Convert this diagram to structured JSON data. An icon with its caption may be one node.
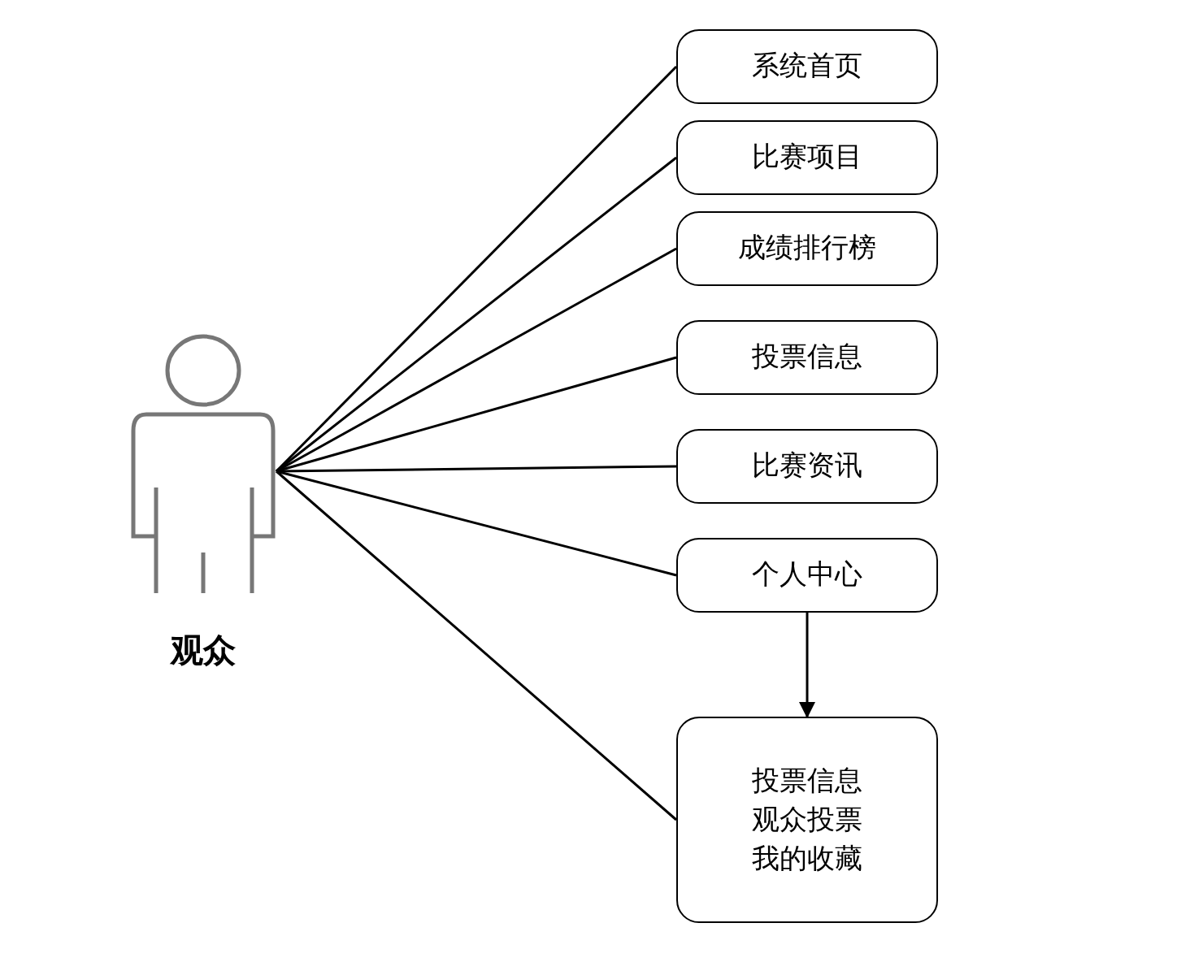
{
  "diagram": {
    "nodes": [
      {
        "text": [
          "观众"
        ]
      },
      {
        "text": [
          "系统首页"
        ]
      },
      {
        "text": [
          "比赛项目"
        ]
      },
      {
        "text": [
          "成绩排行榜"
        ]
      },
      {
        "text": [
          "投票信息"
        ]
      },
      {
        "text": [
          "比赛资讯"
        ]
      },
      {
        "text": [
          "个人中心"
        ]
      },
      {
        "text": [
          "投票信息",
          "观众投票",
          "我的收藏"
        ]
      }
    ],
    "edges": [
      {
        "from": 0,
        "to": 1,
        "arrow": "none"
      },
      {
        "from": 0,
        "to": 2,
        "arrow": "none"
      },
      {
        "from": 0,
        "to": 3,
        "arrow": "none"
      },
      {
        "from": 0,
        "to": 4,
        "arrow": "none"
      },
      {
        "from": 0,
        "to": 5,
        "arrow": "none"
      },
      {
        "from": 0,
        "to": 6,
        "arrow": "none"
      },
      {
        "from": 0,
        "to": 7,
        "arrow": "none"
      },
      {
        "from": 6,
        "to": 7,
        "arrow": "to"
      }
    ]
  }
}
